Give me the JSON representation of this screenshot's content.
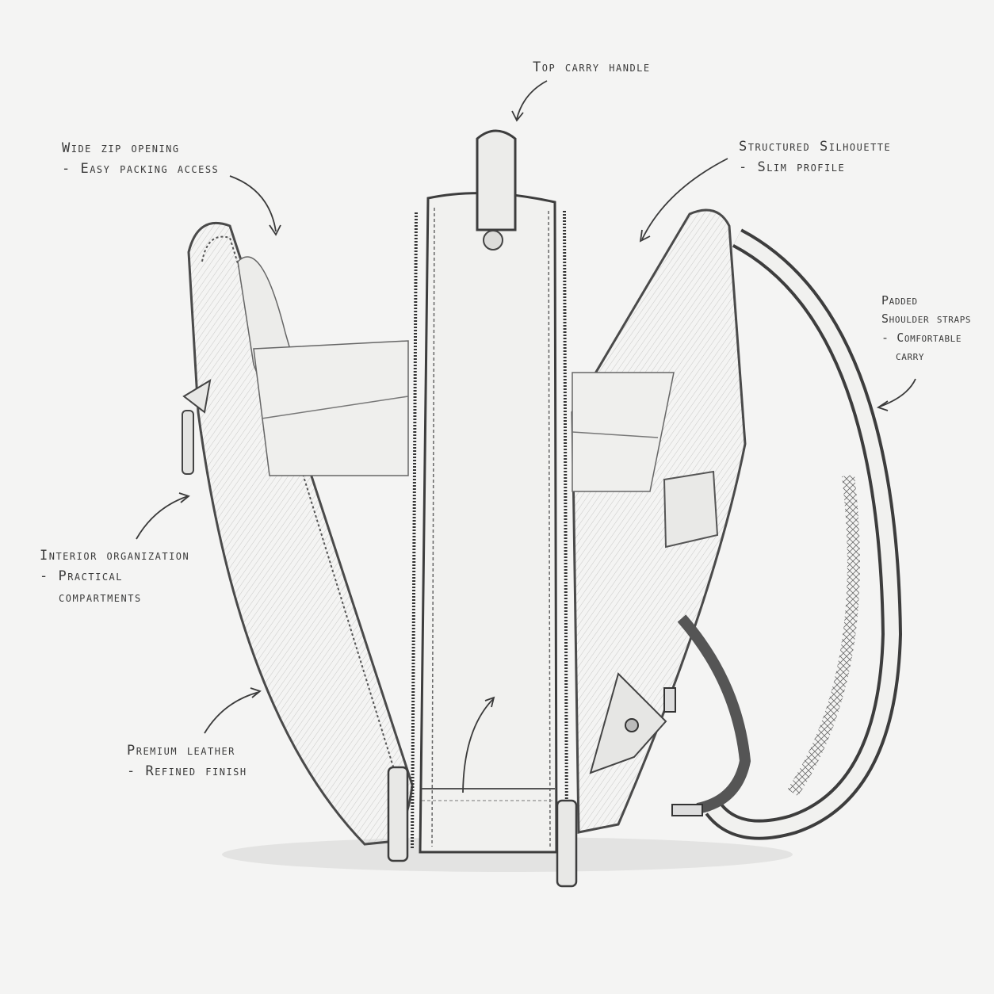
{
  "annotations": {
    "top_handle": {
      "line1": "Top carry handle"
    },
    "zip_opening": {
      "line1": "Wide zip opening",
      "line2": "- Easy packing access"
    },
    "silhouette": {
      "line1": "Structured Silhouette",
      "line2": "- Slim profile"
    },
    "straps": {
      "line1": "Padded",
      "line2": "Shoulder straps",
      "line3": "- Comfortable",
      "line4": "carry"
    },
    "interior": {
      "line1": "Interior organization",
      "line2": "- Practical",
      "line3": "compartments"
    },
    "leather": {
      "line1": "Premium leather",
      "line2": "- Refined finish"
    }
  },
  "colors": {
    "paper": "#f4f4f3",
    "ink": "#3a3a3a",
    "shade": "#d8d8d6"
  }
}
